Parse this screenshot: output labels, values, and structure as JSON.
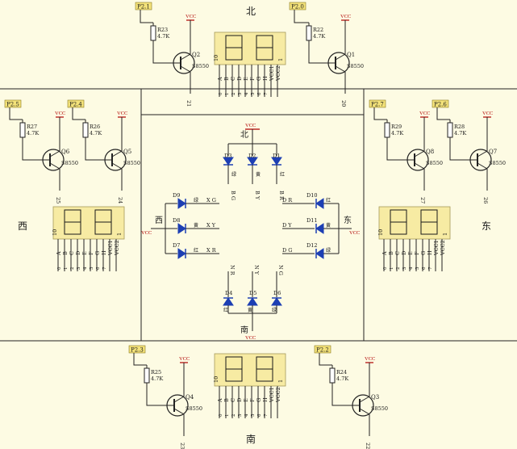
{
  "colors": {
    "background": "#fdfbe3",
    "net_label": "#f3e27a",
    "display_fill": "#f7eba3",
    "wire": "#222222",
    "power": "#b00000",
    "led": "#1d3fb3"
  },
  "directions": {
    "north": "北",
    "south": "南",
    "east": "东",
    "west": "西"
  },
  "vcc": "VCC",
  "transistor_model": "S8550",
  "resistor_value": "4.7K",
  "transistors": [
    {
      "net": "P2.1",
      "resistor": "R23",
      "q": "Q2",
      "pin": "21"
    },
    {
      "net": "P2.0",
      "resistor": "R22",
      "q": "Q1",
      "pin": "20"
    },
    {
      "net": "P2.5",
      "resistor": "R27",
      "q": "Q6",
      "pin": "25"
    },
    {
      "net": "P2.4",
      "resistor": "R26",
      "q": "Q5",
      "pin": "24"
    },
    {
      "net": "P2.7",
      "resistor": "R29",
      "q": "Q8",
      "pin": "27"
    },
    {
      "net": "P2.6",
      "resistor": "R28",
      "q": "Q7",
      "pin": "26"
    },
    {
      "net": "P2.3",
      "resistor": "R25",
      "q": "Q4",
      "pin": "23"
    },
    {
      "net": "P2.2",
      "resistor": "R24",
      "q": "Q3",
      "pin": "22"
    }
  ],
  "display": {
    "pins": [
      "A",
      "B",
      "C",
      "D",
      "E",
      "F",
      "G",
      "H",
      "VCC1",
      "VCC2"
    ],
    "port_nums": [
      "0",
      "1",
      "2",
      "3",
      "4",
      "5",
      "6",
      "7"
    ],
    "pin1": "10",
    "pin2": "1"
  },
  "leds": [
    {
      "id": "D3",
      "color": "绿",
      "net": "B G"
    },
    {
      "id": "D2",
      "color": "黄",
      "net": "B Y"
    },
    {
      "id": "D1",
      "color": "红",
      "net": "B R"
    },
    {
      "id": "D9",
      "color": "绿",
      "net": "X G"
    },
    {
      "id": "D8",
      "color": "黄",
      "net": "X Y"
    },
    {
      "id": "D7",
      "color": "红",
      "net": "X R"
    },
    {
      "id": "D10",
      "color": "红",
      "net": "D R"
    },
    {
      "id": "D11",
      "color": "黄",
      "net": "D Y"
    },
    {
      "id": "D12",
      "color": "绿",
      "net": "D G"
    },
    {
      "id": "D4",
      "color": "红",
      "net": "N R"
    },
    {
      "id": "D5",
      "color": "黄",
      "net": "N Y"
    },
    {
      "id": "D6",
      "color": "绿",
      "net": "N G"
    }
  ]
}
